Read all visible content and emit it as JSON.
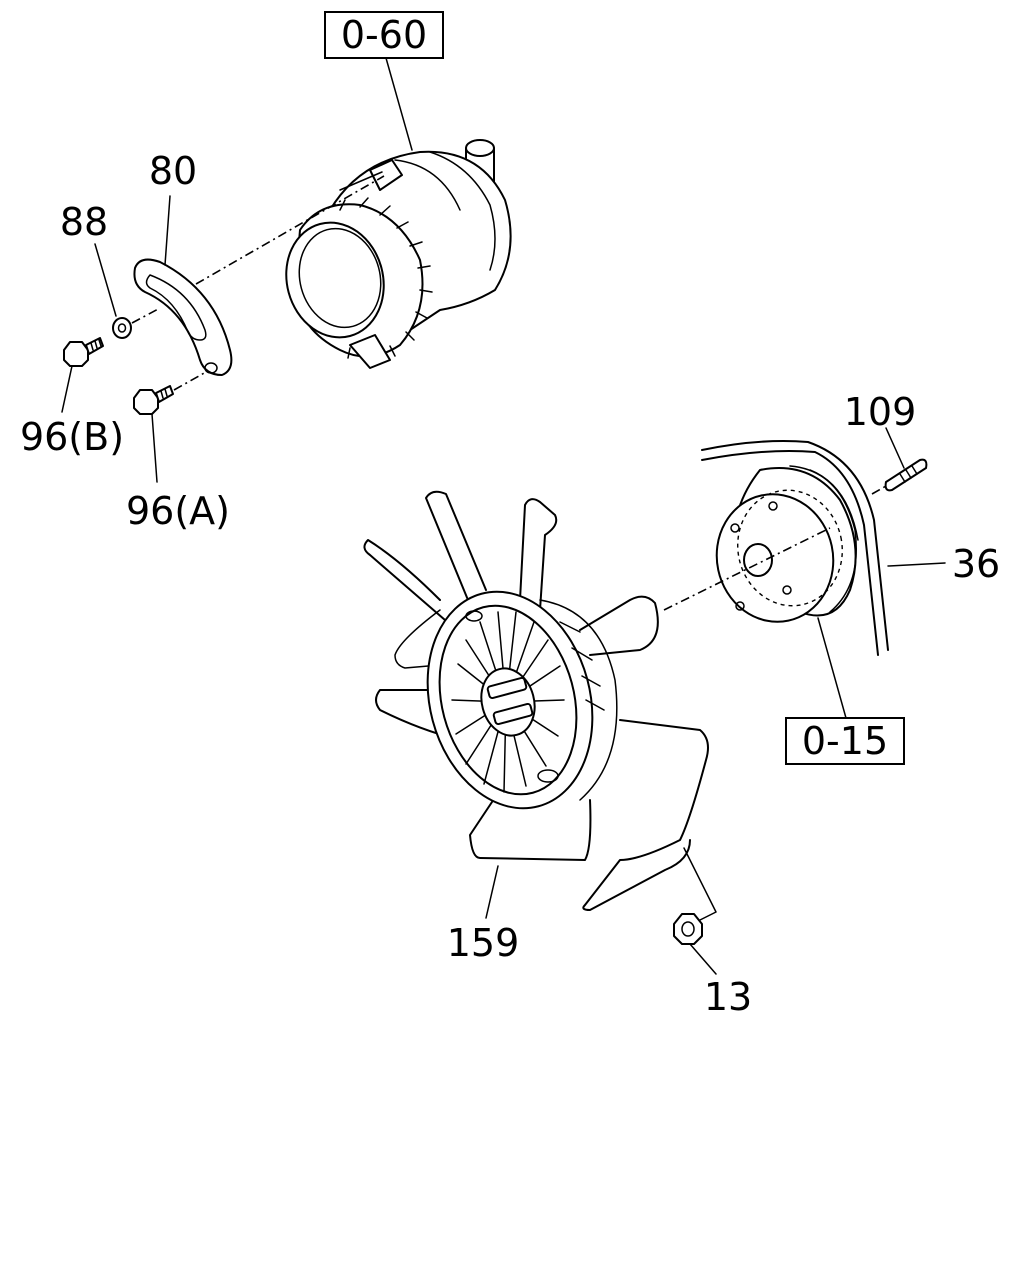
{
  "diagram": {
    "references": {
      "alternator": "0-60",
      "water_pump": "0-15"
    },
    "callouts": {
      "bracket": "80",
      "washer": "88",
      "bolt_b": "96(B)",
      "bolt_a": "96(A)",
      "stud": "109",
      "belt": "36",
      "fan": "159",
      "nut": "13"
    }
  }
}
